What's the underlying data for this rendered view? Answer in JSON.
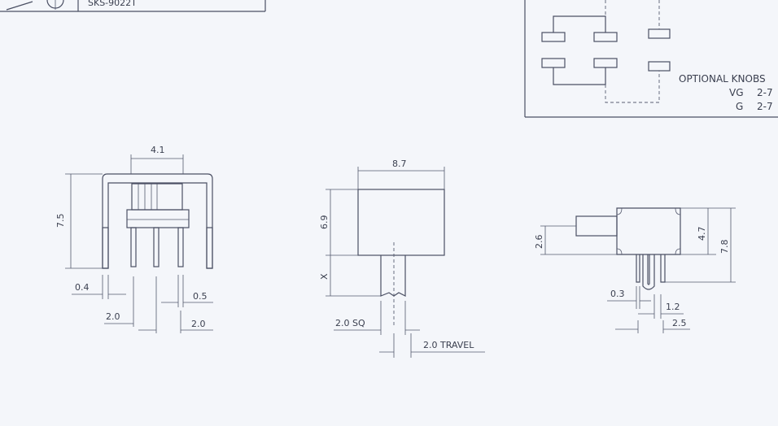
{
  "title_block": {
    "text": "SKS-9022T"
  },
  "legend": {
    "title": "OPTIONAL KNOBS",
    "rows": [
      {
        "code": "VG",
        "value": "2-7"
      },
      {
        "code": "G",
        "value": "2-7"
      }
    ]
  },
  "front_view": {
    "width_top": "4.1",
    "height": "7.5",
    "pin_thickness": "0.4",
    "pin_width": "0.5",
    "pitch_left": "2.0",
    "pitch_right": "2.0"
  },
  "top_view": {
    "width": "8.7",
    "height": "6.9",
    "actuator_height": "X",
    "actuator_size": "2.0 SQ",
    "travel": "2.0 TRAVEL"
  },
  "side_view": {
    "actuator_height": "2.6",
    "body_height": "4.7",
    "total_height": "7.8",
    "lead_thickness": "0.3",
    "lead_gap": "1.2",
    "lead_pitch": "2.5"
  }
}
